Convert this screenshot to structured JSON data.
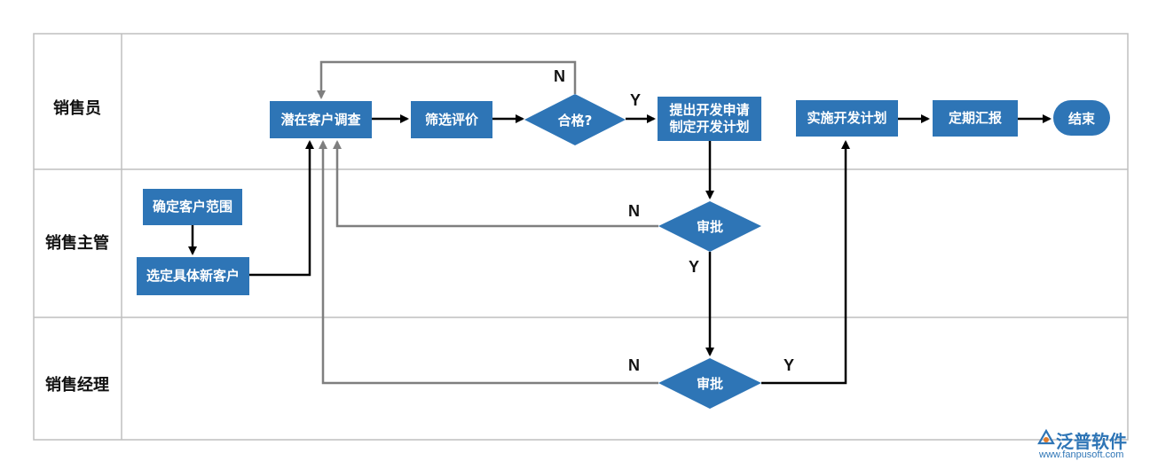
{
  "lanes": [
    "销售员",
    "销售主管",
    "销售经理"
  ],
  "nodes": {
    "survey": "潜在客户调查",
    "screen": "筛选评价",
    "qualified": "合格?",
    "apply_line1": "提出开发申请",
    "apply_line2": "制定开发计划",
    "execute": "实施开发计划",
    "report": "定期汇报",
    "end": "结束",
    "scope": "确定客户范围",
    "select": "选定具体新客户",
    "approve_supervisor": "审批",
    "approve_manager": "审批"
  },
  "edge_labels": {
    "n_top": "N",
    "y_top": "Y",
    "n_mid": "N",
    "y_mid": "Y",
    "n_bottom": "N",
    "y_bottom": "Y"
  },
  "logo": {
    "name": "泛普软件",
    "url": "www.fanpusoft.com"
  },
  "colors": {
    "node": "#2e75b6",
    "feedback_line": "#7f7f7f",
    "flow_line": "#000000",
    "border": "#bfbfbf"
  }
}
